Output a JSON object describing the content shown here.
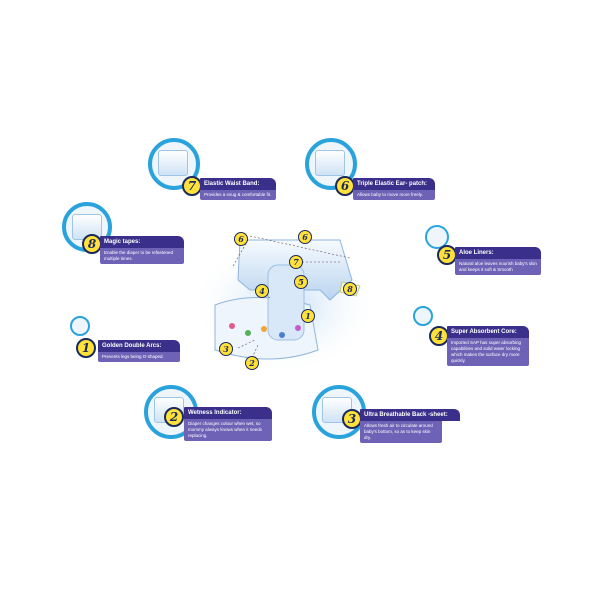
{
  "features": {
    "f7": {
      "number": "7",
      "title": "Elastic Waist Band:",
      "desc": "Provides a snug & comfortable fit."
    },
    "f6": {
      "number": "6",
      "title": "Triple Elastic Ear- patch:",
      "desc": "Allows baby to move more freely."
    },
    "f8": {
      "number": "8",
      "title": "Magic tapes:",
      "desc": "Enable the diaper to be refastened multiple times."
    },
    "f5": {
      "number": "5",
      "title": "Aloe Liners:",
      "desc": "Natural aloe leaves nourish baby's skin and keeps it soft & Smooth"
    },
    "f1": {
      "number": "1",
      "title": "Golden Double Arcs:",
      "desc": "Prevents legs being O-shaped."
    },
    "f4": {
      "number": "4",
      "title": "Super Absorbent Core:",
      "desc": "Imported SAP has super absorbing capabilities and solid water locking which makes the surface dry more quickly."
    },
    "f2": {
      "number": "2",
      "title": "Wetness Indicator:",
      "desc": "Diaper changes colour when wet, so mommy always knows when it needs replacing."
    },
    "f3": {
      "number": "3",
      "title": "Ultra Breathable Back -sheet:",
      "desc": "Allows fresh air to circulate around baby's bottom, so as to keep skin dry."
    }
  },
  "callouts": [
    "6",
    "6",
    "7",
    "5",
    "8",
    "4",
    "1",
    "3",
    "2"
  ],
  "colors": {
    "accent": "#2aa3dc",
    "badge": "#ffe13a",
    "title_bg": "#3a2f8a",
    "desc_bg": "#6e62b6"
  }
}
